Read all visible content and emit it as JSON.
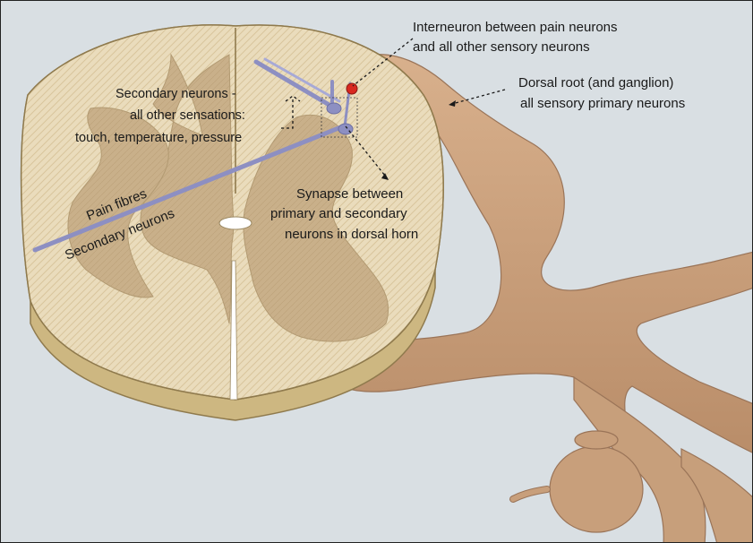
{
  "diagram": {
    "labels": {
      "interneuron": [
        "Interneuron between pain neurons",
        "and all other sensory neurons"
      ],
      "dorsal_root": [
        "Dorsal root (and ganglion)",
        "all sensory primary neurons"
      ],
      "secondary_neurons": [
        "Secondary neurons -",
        "all other sensations:",
        "touch, temperature, pressure"
      ],
      "synapse": [
        "Synapse between",
        "primary and secondary",
        "neurons in dorsal horn"
      ],
      "pain_fibres": "Pain fibres",
      "pain_secondary": "Secondary neurons"
    },
    "colors": {
      "background": "#d9dfe3",
      "grey_matter": "#c9b08a",
      "white_matter": "#eadcbc",
      "nerve_root": "#c9a07c",
      "nerve_root_dark": "#a37b5c",
      "fibre": "#8d8fc2",
      "synapse_marker": "#d8281f"
    }
  }
}
